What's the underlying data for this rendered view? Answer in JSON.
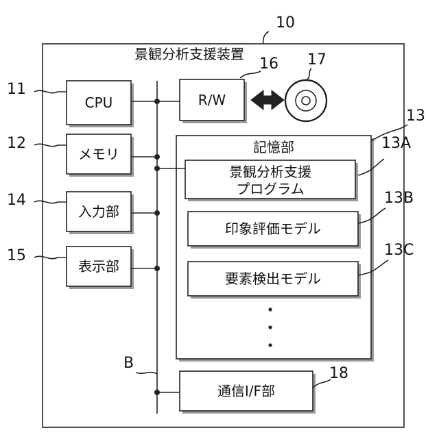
{
  "refs": {
    "apparatus": "10",
    "cpu": "11",
    "memory": "12",
    "storage": "13",
    "program": "13A",
    "impression_model": "13B",
    "element_model": "13C",
    "input": "14",
    "display": "15",
    "rw": "16",
    "disk": "17",
    "comm": "18",
    "bus": "B"
  },
  "labels": {
    "apparatus": "景観分析支援装置",
    "cpu": "CPU",
    "memory": "メモリ",
    "input": "入力部",
    "display": "表示部",
    "rw": "R/W",
    "storage": "記憶部",
    "program_line1": "景観分析支援",
    "program_line2": "プログラム",
    "impression_model": "印象評価モデル",
    "element_model": "要素検出モデル",
    "comm": "通信I/F部"
  }
}
